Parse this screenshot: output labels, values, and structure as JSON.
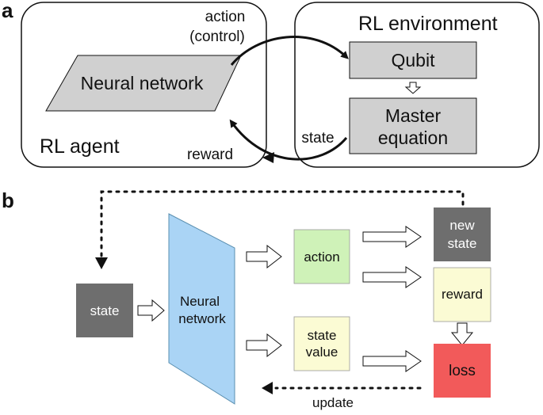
{
  "panel_a": {
    "label": "a",
    "agent": {
      "title": "RL agent",
      "network": "Neural network"
    },
    "environment": {
      "title": "RL environment",
      "qubit": "Qubit",
      "master_line1": "Master",
      "master_line2": "equation"
    },
    "arrows": {
      "action_line1": "action",
      "action_line2": "(control)",
      "state": "state",
      "reward": "reward"
    }
  },
  "panel_b": {
    "label": "b",
    "state": "state",
    "network_line1": "Neural",
    "network_line2": "network",
    "action": "action",
    "state_value_line1": "state",
    "state_value_line2": "value",
    "new_state_line1": "new",
    "new_state_line2": "state",
    "reward": "reward",
    "loss": "loss",
    "update": "update"
  },
  "colors": {
    "box_gray": "#d0d0d0",
    "dark_gray": "#6e6e6e",
    "network_blue": "#aad4f5",
    "action_green": "#cff2b8",
    "pale_yellow": "#fbfbd4",
    "loss_red": "#f25a5a"
  }
}
